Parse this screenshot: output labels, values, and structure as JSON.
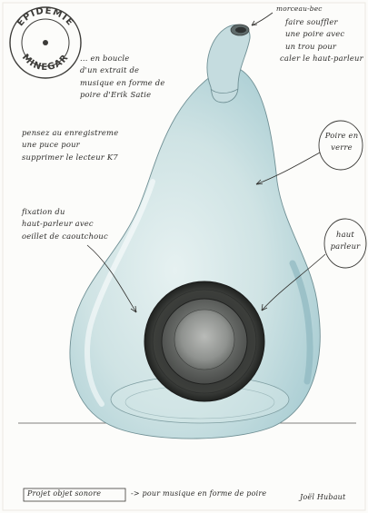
{
  "stamp": {
    "text_top": "EPIDEMIE",
    "text_bottom": "MINEGAR"
  },
  "notes": {
    "top_left": [
      "... en boucle",
      "d'un extrait de",
      "musique en forme de",
      "poire d'Erik Satie"
    ],
    "mid_left": [
      "pensez au enregistreme",
      "une puce pour",
      "supprimer le lecteur K7"
    ],
    "lower_left": [
      "fixation du",
      "haut-parleur avec",
      "oeillet de caoutchouc"
    ],
    "top_right_small": "morceau-bec",
    "top_right": [
      "faire souffler",
      "une poire avec",
      "un trou pour",
      "caler le haut-parleur"
    ],
    "bubble_glass": [
      "Poire en",
      "verre"
    ],
    "bubble_speaker": [
      "haut",
      "parleur"
    ]
  },
  "footer": {
    "box_label": "Projet objet sonore",
    "caption": "-> pour musique en forme de poire",
    "signature": "Joël Hubaut"
  },
  "colors": {
    "paper": "#fcfcfa",
    "glass": "#cfe2e4",
    "speaker": "#3f413e",
    "ink": "#2b2a28"
  }
}
